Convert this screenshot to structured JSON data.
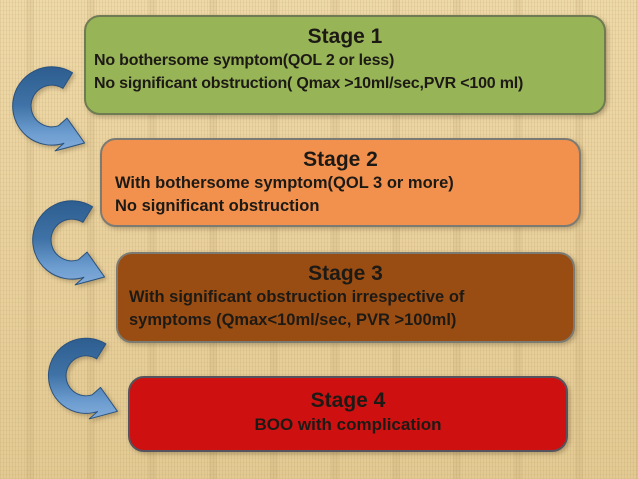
{
  "slide": {
    "background_color": "#E9D3A0",
    "text_color": "#1D1A16"
  },
  "arrows": {
    "icon": "curved-down-right-arrow",
    "color_top": "#2E5E90",
    "color_bottom": "#82ACDA",
    "outline": "#29517D",
    "count": 3
  },
  "stages": [
    {
      "title": "Stage 1",
      "lines": [
        "No bothersome symptom(QOL 2 or less)",
        "No significant obstruction( Qmax >10ml/sec,PVR <100 ml)"
      ],
      "fill": "#97B457",
      "border": "#6F7B52"
    },
    {
      "title": "Stage 2",
      "lines": [
        "With bothersome symptom(QOL 3 or more)",
        "No significant obstruction"
      ],
      "fill": "#F2914E",
      "border": "#7C7B73"
    },
    {
      "title": "Stage 3",
      "lines": [
        "With significant obstruction irrespective of",
        "symptoms (Qmax<10ml/sec, PVR >100ml)"
      ],
      "fill": "#9A4D12",
      "border": "#7C7B73"
    },
    {
      "title": "Stage 4",
      "lines": [
        "BOO with complication"
      ],
      "fill": "#CE1011",
      "border": "#55545E"
    }
  ]
}
